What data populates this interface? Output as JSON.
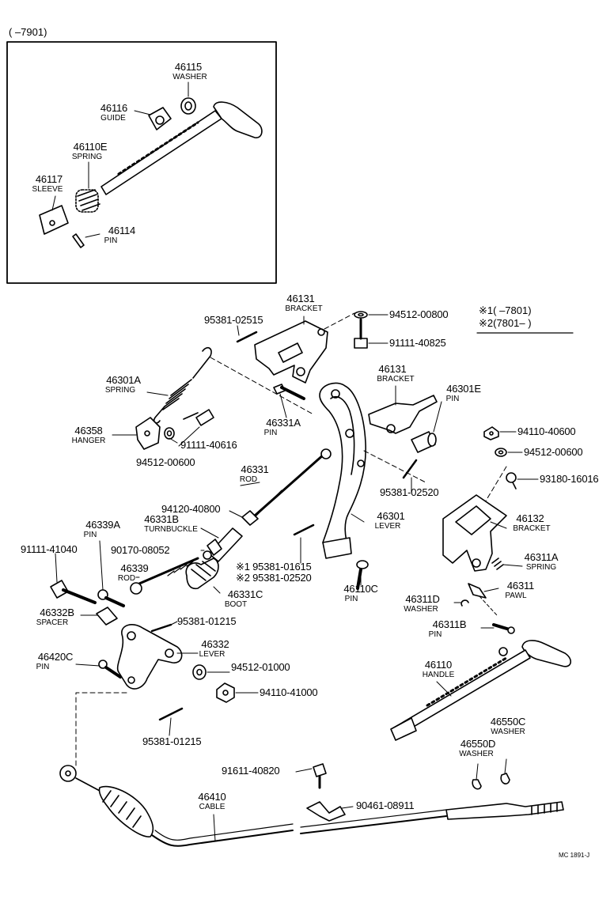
{
  "header_note": "(        –7901)",
  "footnote": {
    "line1": "※1(         –7801)",
    "line2": "※2(7801–          )"
  },
  "figure_code": "MC 1891-J",
  "inset_parts": [
    {
      "key": "p46115",
      "number": "46115",
      "name": "WASHER"
    },
    {
      "key": "p46116",
      "number": "46116",
      "name": "GUIDE"
    },
    {
      "key": "p46110E",
      "number": "46110E",
      "name": "SPRING"
    },
    {
      "key": "p46117",
      "number": "46117",
      "name": "SLEEVE"
    },
    {
      "key": "p46114",
      "number": "46114",
      "name": "PIN"
    }
  ],
  "parts": {
    "p46131a": {
      "number": "46131",
      "name": "BRACKET"
    },
    "p95381_02515": {
      "number": "95381-02515"
    },
    "p94512_00800": {
      "number": "94512-00800"
    },
    "p91111_40825": {
      "number": "91111-40825"
    },
    "p46131b": {
      "number": "46131",
      "name": "BRACKET"
    },
    "p46301A": {
      "number": "46301A",
      "name": "SPRING"
    },
    "p46301E": {
      "number": "46301E",
      "name": "PIN"
    },
    "p46331A": {
      "number": "46331A",
      "name": "PIN"
    },
    "p46358": {
      "number": "46358",
      "name": "HANGER"
    },
    "p91111_40616": {
      "number": "91111-40616"
    },
    "p94512_00600a": {
      "number": "94512-00600"
    },
    "p94110_40600": {
      "number": "94110-40600"
    },
    "p94512_00600b": {
      "number": "94512-00600"
    },
    "p93180_16016": {
      "number": "93180-16016"
    },
    "p46331": {
      "number": "46331",
      "name": "ROD"
    },
    "p95381_02520": {
      "number": "95381-02520"
    },
    "p94120_40800": {
      "number": "94120-40800"
    },
    "p46331B": {
      "number": "46331B",
      "name": "TURNBUCKLE"
    },
    "p46301": {
      "number": "46301",
      "name": "LEVER"
    },
    "p46132": {
      "number": "46132",
      "name": "BRACKET"
    },
    "p46339A": {
      "number": "46339A",
      "name": "PIN"
    },
    "p91111_41040": {
      "number": "91111-41040"
    },
    "p90170_08052": {
      "number": "90170-08052"
    },
    "p46339": {
      "number": "46339",
      "name": "ROD"
    },
    "p95381_01615": {
      "number": "※1 95381-01615"
    },
    "p95381_02520b": {
      "number": "※2 95381-02520"
    },
    "p46311A": {
      "number": "46311A",
      "name": "SPRING"
    },
    "p46110C": {
      "number": "46110C",
      "name": "PIN"
    },
    "p46311D": {
      "number": "46311D",
      "name": "WASHER"
    },
    "p46311": {
      "number": "46311",
      "name": "PAWL"
    },
    "p46331C": {
      "number": "46331C",
      "name": "BOOT"
    },
    "p46332B": {
      "number": "46332B",
      "name": "SPACER"
    },
    "p95381_01215a": {
      "number": "95381-01215"
    },
    "p46311B": {
      "number": "46311B",
      "name": "PIN"
    },
    "p46420C": {
      "number": "46420C",
      "name": "PIN"
    },
    "p46332": {
      "number": "46332",
      "name": "LEVER"
    },
    "p94512_01000": {
      "number": "94512-01000"
    },
    "p46110": {
      "number": "46110",
      "name": "HANDLE"
    },
    "p94110_41000": {
      "number": "94110-41000"
    },
    "p95381_01215b": {
      "number": "95381-01215"
    },
    "p46550C": {
      "number": "46550C",
      "name": "WASHER"
    },
    "p46550D": {
      "number": "46550D",
      "name": "WASHER"
    },
    "p91611_40820": {
      "number": "91611-40820"
    },
    "p46410": {
      "number": "46410",
      "name": "CABLE"
    },
    "p90461_08911": {
      "number": "90461-08911"
    }
  }
}
